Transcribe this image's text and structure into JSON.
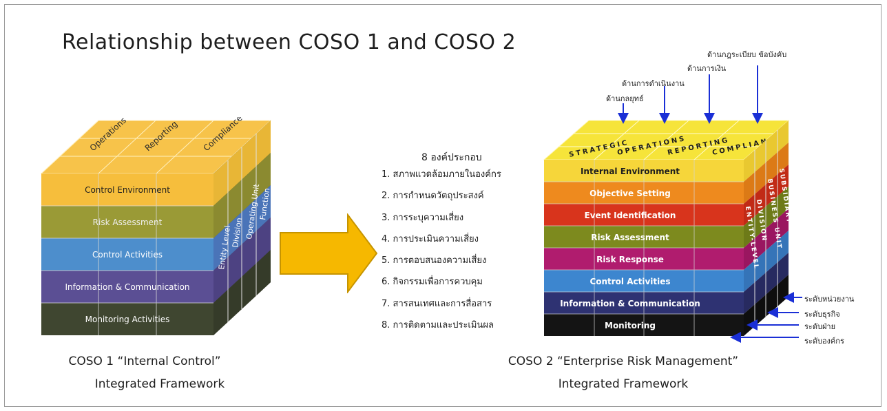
{
  "title": "Relationship between COSO 1 and COSO 2",
  "coso1": {
    "top_labels": [
      "Operations",
      "Reporting",
      "Compliance"
    ],
    "side_labels": [
      "Entity Level",
      "Division",
      "Operating Unit",
      "Function"
    ],
    "layers": [
      "Control Environment",
      "Risk Assessment",
      "Control Activities",
      "Information & Communication",
      "Monitoring Activities"
    ],
    "colors": [
      "#f6be3c",
      "#9a9a36",
      "#4d8ecc",
      "#5b4f94",
      "#3f4630"
    ],
    "caption_line1": "COSO 1 “Internal Control”",
    "caption_line2": "Integrated Framework"
  },
  "arrow_color": "#f6b800",
  "components": {
    "title": "8 องค์ประกอบ",
    "items": [
      "1. สภาพแวดล้อมภายในองค์กร",
      "2. การกำหนดวัตถุประสงค์",
      "3. การระบุความเสี่ยง",
      "4. การประเมินความเสี่ยง",
      "5. การตอบสนองความเสี่ยง",
      "6. กิจกรรมเพื่อการควบคุม",
      "7. สารสนเทศและการสื่อสาร",
      "8. การติดตามและประเมินผล"
    ]
  },
  "coso2": {
    "top_labels": [
      "STRATEGIC",
      "OPERATIONS",
      "REPORTING",
      "COMPLIANCE"
    ],
    "side_labels": [
      "ENTITY-LEVEL",
      "DIVISION",
      "BUSINESS UNIT",
      "SUBSIDIARY"
    ],
    "layers": [
      "Internal Environment",
      "Objective Setting",
      "Event Identification",
      "Risk Assessment",
      "Risk Response",
      "Control Activities",
      "Information & Communication",
      "Monitoring"
    ],
    "colors": [
      "#f6d63a",
      "#ee8a1e",
      "#d8341c",
      "#7d8a1e",
      "#b01c6e",
      "#3d86cf",
      "#2e3272",
      "#141414"
    ],
    "top_thai_labels": [
      "ด้านกลยุทธ์",
      "ด้านการดำเนินงาน",
      "ด้านการเงิน",
      "ด้านกฎระเบียบ ข้อบังคับ"
    ],
    "side_thai_labels": [
      "ระดับหน่วยงาน",
      "ระดับธุรกิจ",
      "ระดับฝ่าย",
      "ระดับองค์กร"
    ],
    "caption_line1": "COSO 2 “Enterprise Risk Management”",
    "caption_line2": "Integrated Framework"
  },
  "pointer_color": "#1a2fd6"
}
